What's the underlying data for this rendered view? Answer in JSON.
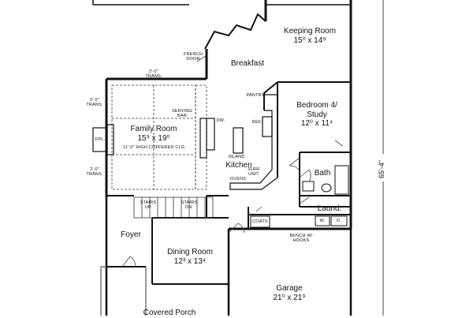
{
  "plan": {
    "overall_depth": "65'-4\"",
    "rooms": {
      "keeping_room": {
        "name": "Keeping Room",
        "dims": "15⁰ x 14⁹"
      },
      "breakfast": {
        "name": "Breakfast"
      },
      "bedroom4": {
        "name_line1": "Bedroom 4/",
        "name_line2": "Study",
        "dims": "12⁰ x 11⁴"
      },
      "family_room": {
        "name": "Family Room",
        "dims": "15⁹ x 19⁰"
      },
      "kitchen": {
        "name": "Kitchen"
      },
      "bath": {
        "name": "Bath"
      },
      "laundry": {
        "name": "Laund."
      },
      "foyer": {
        "name": "Foyer"
      },
      "dining_room": {
        "name": "Dining Room",
        "dims": "12³ x 13⁴"
      },
      "garage": {
        "name": "Garage",
        "dims": "21⁰ x 21⁹"
      },
      "covered_porch": {
        "name": "Covered Porch"
      }
    },
    "notes": {
      "french_door_1": "FRENCH",
      "french_door_2": "DOOR",
      "trans_top_1": "2'-0\"",
      "trans_top_2": "TRANS.",
      "trans_left_top_1": "2'-0\"",
      "trans_left_top_2": "TRANS.",
      "trans_left_bottom_1": "2'-0\"",
      "trans_left_bottom_2": "TRANS.",
      "serving_bar_1": "SERVING",
      "serving_bar_2": "BAR",
      "coffered_clg": "11'-0\" HIGH COFFERED CLG.",
      "fireplace": "FPL.",
      "pantry": "PANTRY",
      "refrigerator": "REF.",
      "dishwasher": "DW.",
      "island": "ISLAND",
      "surf_unit_1": "SURF",
      "surf_unit_2": "UNIT",
      "ovens": "OVENS",
      "stairs_up_1": "STAIRS",
      "stairs_up_2": "UP",
      "stairs_dn_1": "STAIRS",
      "stairs_dn_2": "DN.",
      "coats": "COATS",
      "washer": "W.",
      "dryer": "D.",
      "bench_hooks_1": "BENCH W/",
      "bench_hooks_2": "HOOKS"
    }
  }
}
